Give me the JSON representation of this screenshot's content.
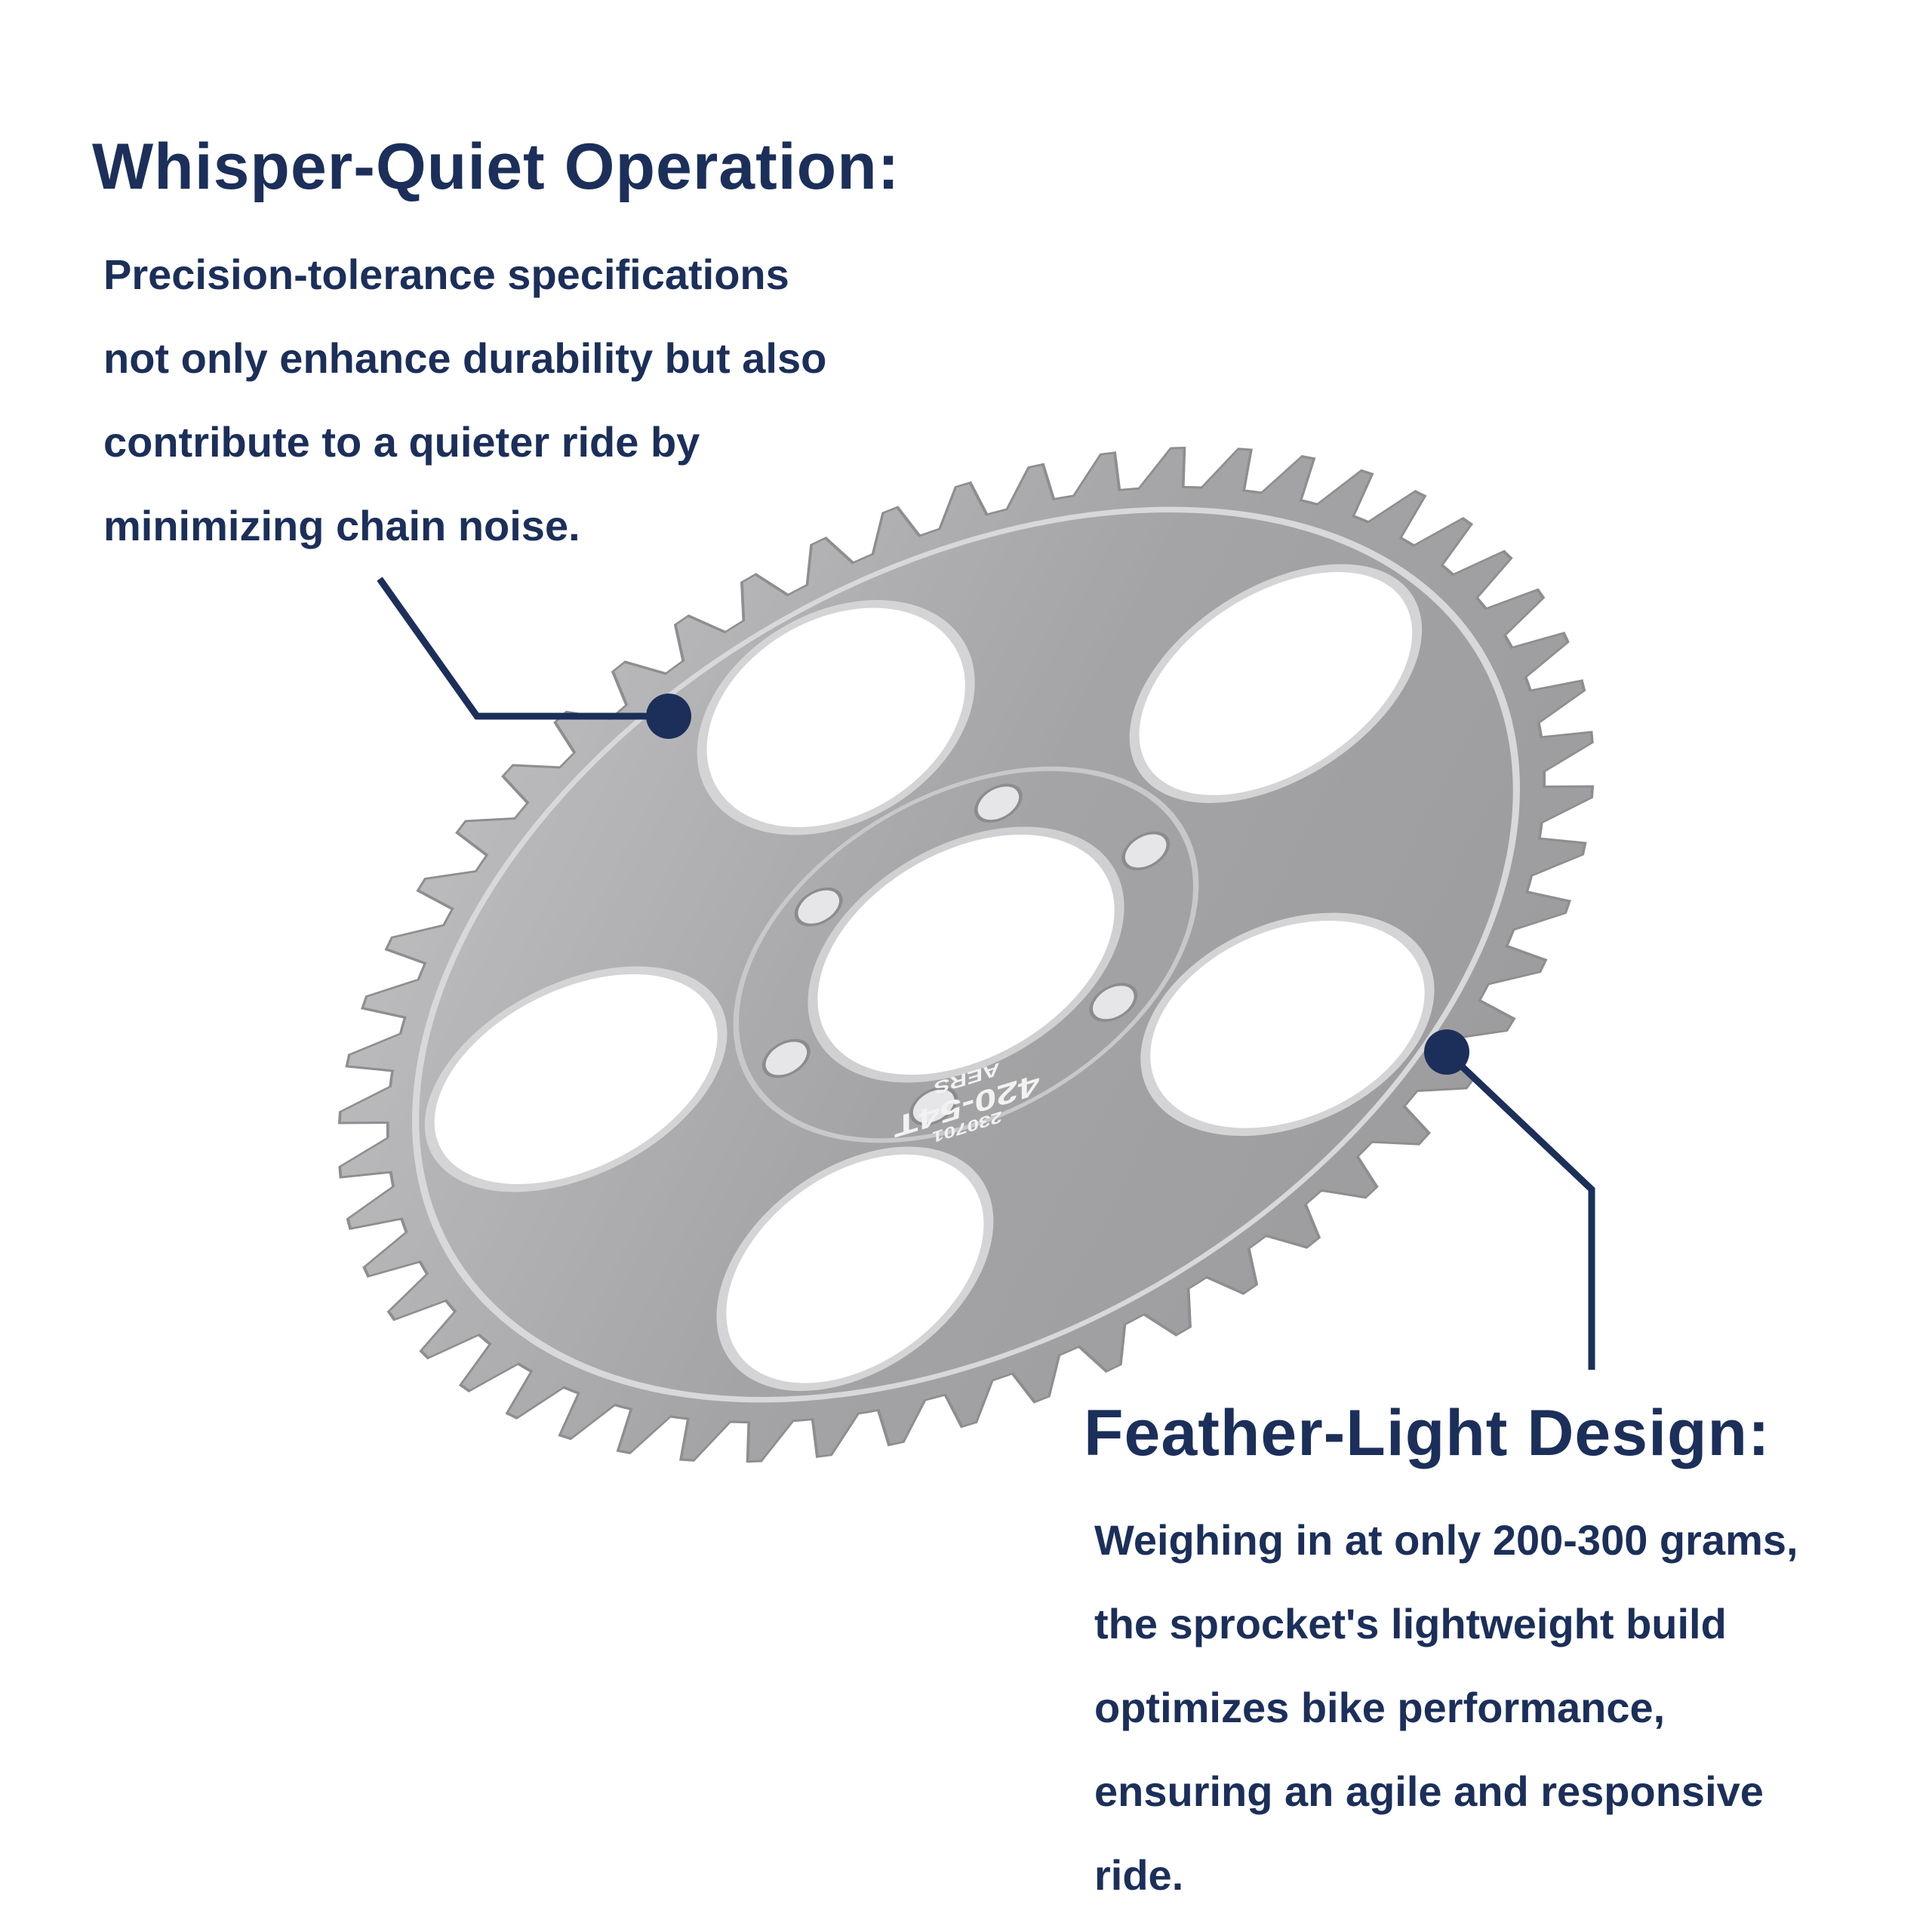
{
  "sections": {
    "quiet": {
      "title": "Whisper-Quiet Operation:",
      "lines": [
        "Precision-tolerance specifications",
        "not only enhance durability but also",
        "contribute to a quieter ride by",
        "minimizing chain noise."
      ]
    },
    "light": {
      "title": "Feather-Light Design:",
      "lines": [
        "Weighing in at only 200-300 grams,",
        "the sprocket's lightweight build",
        "optimizes bike performance,",
        "ensuring an agile and responsive",
        "ride."
      ]
    }
  },
  "product": {
    "engraving_size": "420-54T",
    "engraving_brand": "AERS",
    "engraving_code": "230701",
    "teeth": 54
  },
  "colors": {
    "accent": "#1b2f5a",
    "metal": "#a9a9ab"
  }
}
